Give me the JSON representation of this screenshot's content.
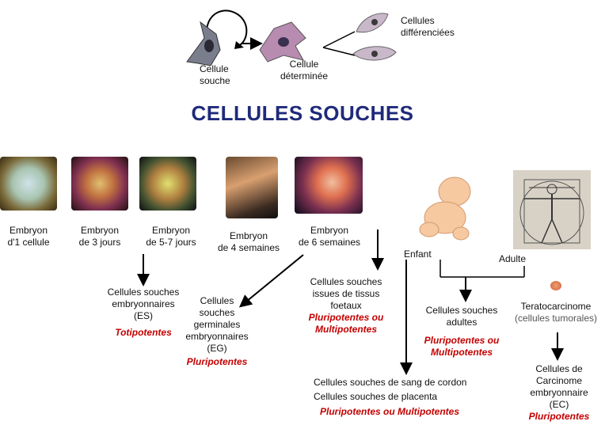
{
  "top": {
    "cellule_souche": [
      "Cellule",
      "souche"
    ],
    "cellule_determinee": [
      "Cellule",
      "déterminée"
    ],
    "cellules_differenciees": [
      "Cellules",
      "différenciées"
    ]
  },
  "title": "CELLULES SOUCHES",
  "stages": [
    [
      "Embryon",
      "d'1 cellule"
    ],
    [
      "Embryon",
      "de 3 jours"
    ],
    [
      "Embryon",
      "de 5-7 jours"
    ],
    [
      "Embryon",
      "de 4 semaines"
    ],
    [
      "Embryon",
      "de 6 semaines"
    ]
  ],
  "enfant": "Enfant",
  "adulte": "Adulte",
  "es": {
    "lines": [
      "Cellules souches",
      "embryonnaires",
      "(ES)"
    ],
    "potency": "Totipotentes"
  },
  "eg": {
    "lines": [
      "Cellules",
      "souches",
      "germinales",
      "embryonnaires",
      "(EG)"
    ],
    "potency": "Pluripotentes"
  },
  "foetaux": {
    "lines": [
      "Cellules souches",
      "issues de tissus",
      "foetaux"
    ],
    "potency": [
      "Pluripotentes ou",
      "Multipotentes"
    ]
  },
  "adultes": {
    "lines": [
      "Cellules souches",
      "adultes"
    ],
    "potency": [
      "Pluripotentes ou",
      "Multipotentes"
    ]
  },
  "terato": {
    "name": "Teratocarcinome",
    "sub": "(cellules tumorales)"
  },
  "cordon": {
    "line1": "Cellules souches de sang de cordon",
    "line2": "Cellules souches de placenta",
    "potency": "Pluripotentes ou Multipotentes"
  },
  "ec": {
    "lines": [
      "Cellules de",
      "Carcinome",
      "embryonnaire",
      "(EC)"
    ],
    "potency": "Pluripotentes"
  }
}
